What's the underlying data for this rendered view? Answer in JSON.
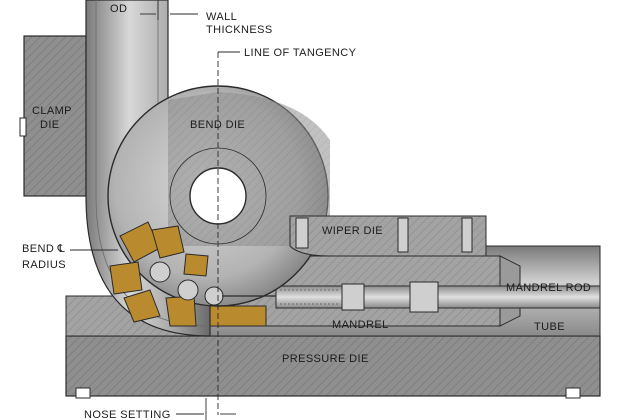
{
  "labels": {
    "tube_od": "OD",
    "wall_thickness_1": "WALL",
    "wall_thickness_2": "THICKNESS",
    "line_of_tangency": "LINE OF TANGENCY",
    "clamp_die_1": "CLAMP",
    "clamp_die_2": "DIE",
    "bend_die": "BEND DIE",
    "wiper_die": "WIPER DIE",
    "bend_radius_1": "BEND ℄",
    "bend_radius_2": "RADIUS",
    "mandrel_rod": "MANDREL ROD",
    "mandrel": "MANDREL",
    "tube": "TUBE",
    "pressure_die": "PRESSURE DIE",
    "nose_setting": "NOSE SETTING"
  },
  "colors": {
    "steel_light": "#c8c8c8",
    "steel_mid": "#9a9a9a",
    "steel_dark": "#6e6e6e",
    "die_fill": "#8f8f8f",
    "bronze": "#b98a2e",
    "outline": "#2b2b2b",
    "text": "#1c1c1c"
  }
}
